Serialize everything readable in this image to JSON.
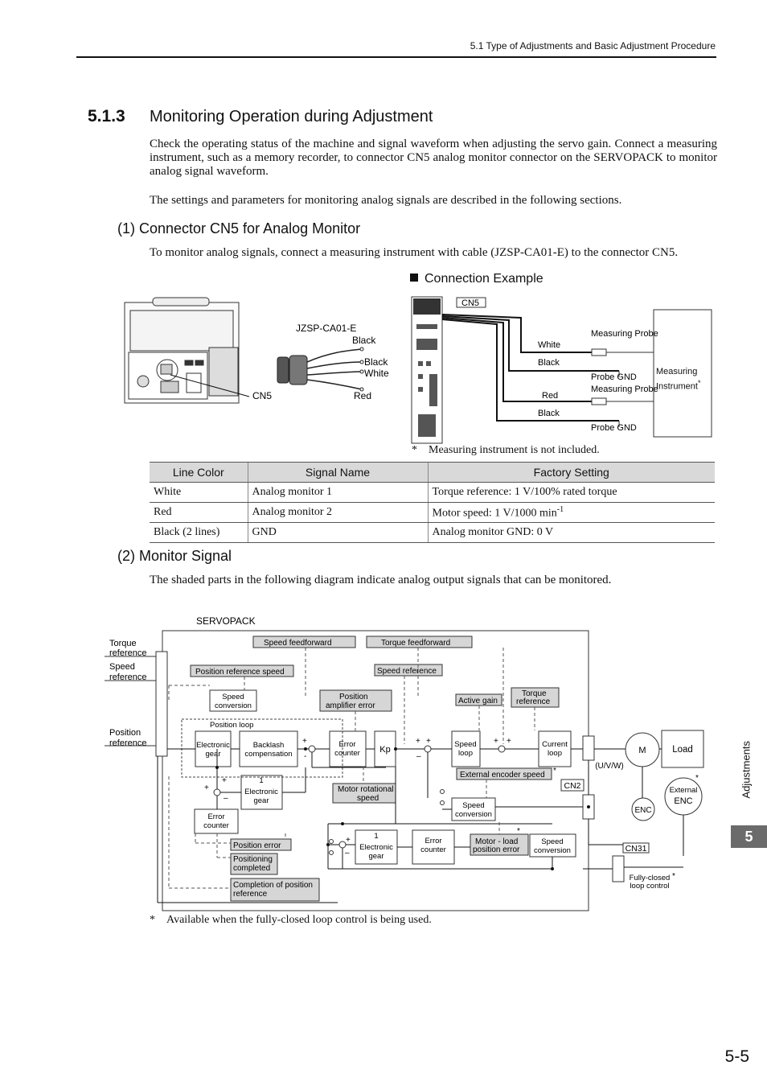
{
  "header": {
    "running_head": "5.1  Type of Adjustments and Basic Adjustment Procedure"
  },
  "section": {
    "number": "5.1.3",
    "title": "Monitoring Operation during Adjustment",
    "intro": "Check the operating status of the machine and signal waveform when adjusting the servo gain. Connect a measuring instrument, such as a memory recorder, to connector CN5 analog monitor connector on the SERVOPACK to monitor analog signal waveform.",
    "intro2": "The settings and parameters for monitoring analog signals are described in the following sections."
  },
  "sub1": {
    "title": "(1)  Connector CN5 for Analog Monitor",
    "text": "To monitor analog signals, connect a measuring instrument with cable (JZSP-CA01-E) to the connector CN5.",
    "example_heading": "Connection Example",
    "cable_label": "JZSP-CA01-E",
    "cn5_label": "CN5",
    "wire_labels": [
      "Black",
      "Black",
      "White",
      "Red"
    ],
    "conn": {
      "cn5_tag": "CN5",
      "white": "White",
      "black1": "Black",
      "red": "Red",
      "black2": "Black",
      "probe1": "Measuring Probe",
      "gnd1": "Probe GND",
      "probe2": "Measuring Probe",
      "gnd2": "Probe GND",
      "instrument": "Measuring Instrument",
      "star": "*"
    },
    "footnote_mark": "*",
    "footnote": "Measuring instrument is not included."
  },
  "table": {
    "headers": [
      "Line Color",
      "Signal Name",
      "Factory Setting"
    ],
    "rows": [
      [
        "White",
        "Analog monitor 1",
        "Torque reference: 1 V/100% rated torque"
      ],
      [
        "Red",
        "Analog monitor 2",
        "Motor speed: 1 V/1000 min"
      ],
      [
        "Black (2 lines)",
        "GND",
        "Analog monitor GND: 0 V"
      ]
    ],
    "superscript": "-1"
  },
  "sub2": {
    "title": "(2)  Monitor Signal",
    "text": "The shaded parts in the following diagram indicate analog output signals that can be monitored."
  },
  "block": {
    "servopack": "SERVOPACK",
    "torque_reference": "Torque reference",
    "speed_reference_in": "Speed reference",
    "position_reference": "Position reference",
    "speed_feedforward": "Speed feedforward",
    "torque_feedforward": "Torque feedforward",
    "position_reference_speed": "Position reference speed",
    "speed_reference": "Speed reference",
    "speed_conversion": "Speed conversion",
    "position_amplifier_error": "Position amplifier error",
    "active_gain": "Active gain",
    "torque_reference_box": "Torque reference",
    "position_loop": "Position loop",
    "electronic_gear": "Electronic gear",
    "backlash_compensation": "Backlash compensation",
    "error_counter": "Error counter",
    "kp": "Kp",
    "speed_loop": "Speed loop",
    "current_loop": "Current loop",
    "m": "M",
    "load": "Load",
    "uvw": "(U/V/W)",
    "external_encoder_speed": "External encoder speed",
    "cn2": "CN2",
    "enc": "ENC",
    "external_enc": "External ENC",
    "one_electronic_gear": "1 Electronic gear",
    "motor_rotational_speed": "Motor rotational speed",
    "position_error": "Position error",
    "positioning_completed": "Positioning completed",
    "completion_of_position_reference": "Completion of position reference",
    "motor_load_position_error": "Motor - load position error",
    "cn31": "CN31",
    "fully_closed": "Fully-closed loop control",
    "star": "*"
  },
  "footnote2_mark": "*",
  "footnote2": "Available when the fully-closed loop control is being used.",
  "sidebar": {
    "label": "Adjustments",
    "chapter": "5"
  },
  "page_number": "5-5"
}
